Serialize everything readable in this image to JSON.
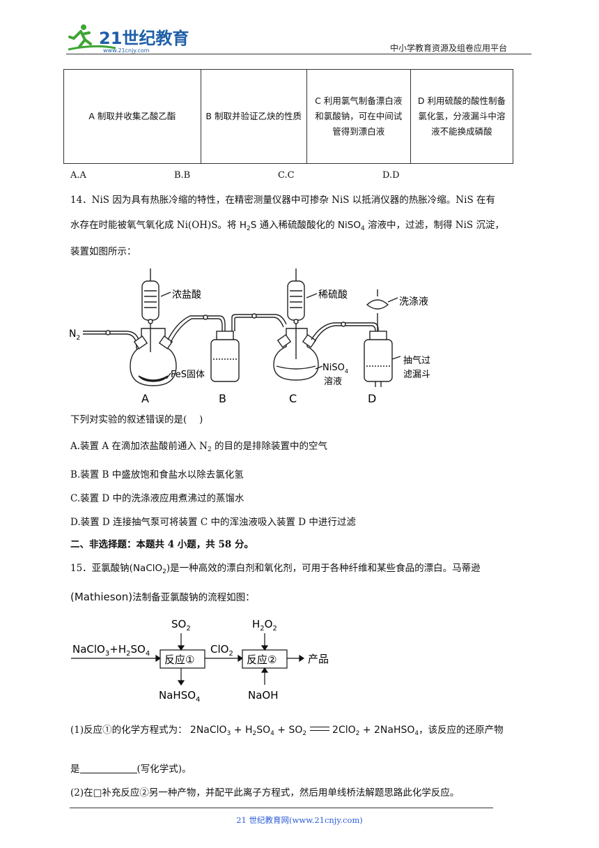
{
  "header": {
    "logo_text": "21世纪教育",
    "logo_url": "www.21cnjy.com",
    "platform": "中小学教育资源及组卷应用平台"
  },
  "q13": {
    "cells": [
      "A 制取并收集乙酸乙酯",
      "B 制取并验证乙炔的性质",
      "C 利用氯气制备漂白液和氯酸钠，可在中间试管得到漂白液",
      "D 利用硫酸的酸性制备氯化氢，分液漏斗中溶液不能换成磷酸"
    ],
    "answers": [
      "A.A",
      "B.B",
      "C.C",
      "D.D"
    ]
  },
  "q14": {
    "stem1": "14．NiS 因为具有热胀冷缩的特性，在精密测量仪器中可掺杂 NiS 以抵消仪器的热胀冷缩。NiS 在有",
    "stem2a": "水存在时能被氧气氧化成 Ni(OH)S。将 ",
    "stem2b": " 通入稀硫酸酸化的 ",
    "stem2c": " 溶液中，过滤，制得 NiS 沉淀，",
    "stem3": "装置如图所示：",
    "diagram": {
      "n2": "N",
      "conc_hcl": "浓盐酸",
      "fes": "FeS固体",
      "dil_h2so4": "稀硫酸",
      "niso4_1": "NiSO",
      "niso4_2": "溶液",
      "wash": "洗涤液",
      "suction_1": "抽气过",
      "suction_2": "滤漏斗",
      "labels": [
        "A",
        "B",
        "C",
        "D"
      ]
    },
    "question": "下列对实验的叙述错误的是(　 )",
    "options": [
      "A.装置 A 在滴加浓盐酸前通入 N",
      "B.装置 B 中盛放饱和食盐水以除去氯化氢",
      "C.装置 D 中的洗涤液应用煮沸过的蒸馏水",
      "D.装置 D 连接抽气泵可将装置 C 中的浑浊液吸入装置 D 中进行过滤"
    ],
    "option_a_tail": " 的目的是排除装置中的空气"
  },
  "section2": "二、非选择题：本题共 4 小题，共 58 分。",
  "q15": {
    "stem1a": "15．亚氯酸钠(",
    "stem1b": ")是一种高效的漂白剂和氧化剂，可用于各种纤维和某些食品的漂白。马蒂逊",
    "stem2": "法制备亚氯酸钠的流程如图：",
    "mathieson": "Mathieson",
    "flow": {
      "feed": "NaClO",
      "so2": "SO",
      "r1": "反应①",
      "clo2": "ClO",
      "h2o2": "H",
      "r2": "反应②",
      "product": "产品",
      "nahso4": "NaHSO",
      "naoh": "NaOH"
    },
    "p1a": "(1)反应①的化学方程式为：",
    "p1b": "，该反应的还原产物",
    "p1c": "是",
    "p1d": "(写化学式)。",
    "p2": "(2)在□补充反应②另一种产物，并配平此离子方程式，然后用单线桥法解题思路此化学反应。"
  },
  "footer": "21 世纪教育网(www.21cnjy.com)"
}
